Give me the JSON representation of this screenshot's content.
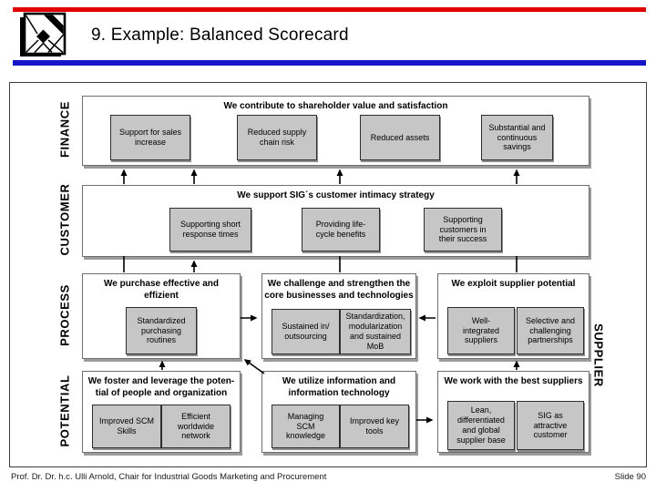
{
  "slide": {
    "title": "9. Example: Balanced Scorecard",
    "footer_left": "Prof. Dr. Dr. h.c. Ulli Arnold, Chair for Industrial Goods Marketing and Procurement",
    "footer_right": "Slide 90"
  },
  "colors": {
    "top_rule": "#e10000",
    "title_rule": "#1616c8",
    "box_fill": "#c6c6c6"
  },
  "axes": {
    "finance": "FINANCE",
    "customer": "CUSTOMER",
    "process": "PROCESS",
    "potential": "POTENTIAL",
    "supplier": "SUPPLIER"
  },
  "finance": {
    "goal": "We contribute to shareholder value and satisfaction",
    "boxes": [
      "Support for sales\nincrease",
      "Reduced supply\nchain risk",
      "Reduced assets",
      "Substantial and\ncontinuous\nsavings"
    ]
  },
  "customer": {
    "goal": "We support SIG´s customer intimacy strategy",
    "boxes": [
      "Supporting short\nresponse times",
      "Providing life-\ncycle benefits",
      "Supporting\ncustomers in\ntheir success"
    ]
  },
  "process": {
    "purchasing": {
      "goal": "We purchase effective and\neffizient",
      "boxes": [
        "Standardized\npurchasing\nroutines"
      ]
    },
    "core": {
      "goal": "We challenge and strengthen the\ncore businesses and technologies",
      "boxes": [
        "Sustained in/\noutsourcing",
        "Standardization,\nmodularization\nand sustained\nMoB"
      ]
    },
    "supplier": {
      "goal": "We exploit supplier potential",
      "boxes": [
        "Well-\nintegrated\nsuppliers",
        "Selective and\nchallenging\npartnerships"
      ]
    }
  },
  "potential": {
    "people": {
      "goal": "We foster and leverage the poten-\ntial of people and organization",
      "boxes": [
        "Improved SCM\nSkills",
        "Efficient\nworldwide\nnetwork"
      ]
    },
    "it": {
      "goal": "We utilize information and\ninformation technology",
      "boxes": [
        "Managing\nSCM\nknowledge",
        "Improved key\ntools"
      ]
    },
    "suppliers": {
      "goal": "We work with the best suppliers",
      "boxes": [
        "Lean,\ndifferentiated\nand global\nsupplier base",
        "SIG as\nattractive\ncustomer"
      ]
    }
  }
}
